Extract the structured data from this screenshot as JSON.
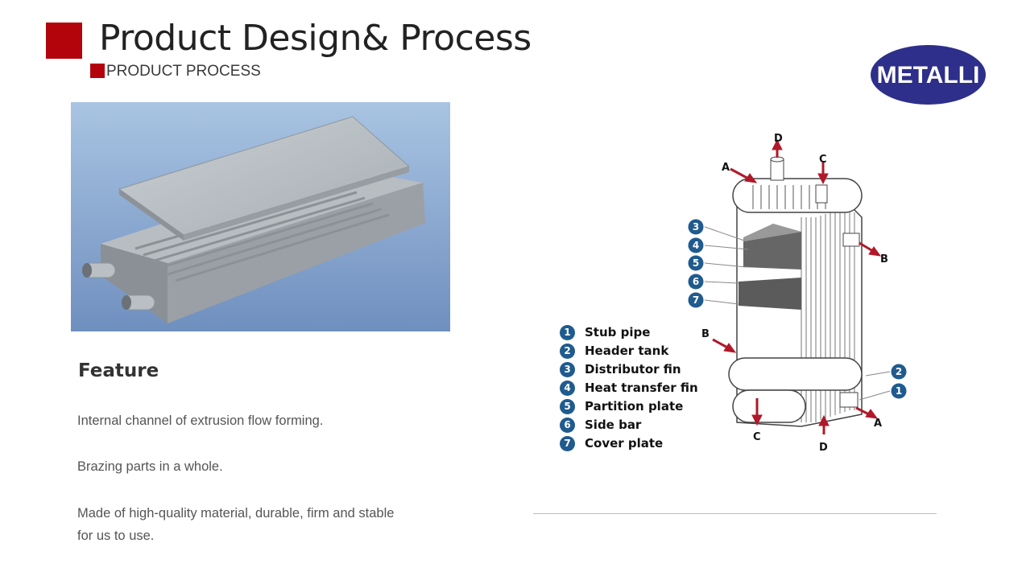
{
  "header": {
    "title": "Product Design& Process",
    "subtitle": "PRODUCT PROCESS",
    "accent_color": "#b4040b"
  },
  "logo": {
    "text": "METALLI",
    "fill": "#2e2f8a"
  },
  "feature": {
    "heading": "Feature",
    "items": [
      "Internal channel of extrusion flow forming.",
      "Brazing parts in a whole.",
      "Made of high-quality material, durable, firm and stable for us to use."
    ]
  },
  "diagram": {
    "legend": [
      {
        "num": "1",
        "label": "Stub pipe"
      },
      {
        "num": "2",
        "label": "Header tank"
      },
      {
        "num": "3",
        "label": "Distributor fin"
      },
      {
        "num": "4",
        "label": "Heat transfer fin"
      },
      {
        "num": "5",
        "label": "Partition plate"
      },
      {
        "num": "6",
        "label": "Side bar"
      },
      {
        "num": "7",
        "label": "Cover plate"
      }
    ],
    "callouts": [
      "3",
      "4",
      "5",
      "6",
      "7",
      "2",
      "1"
    ],
    "flow_labels": {
      "a": "A",
      "b": "B",
      "c": "C",
      "d": "D"
    }
  }
}
